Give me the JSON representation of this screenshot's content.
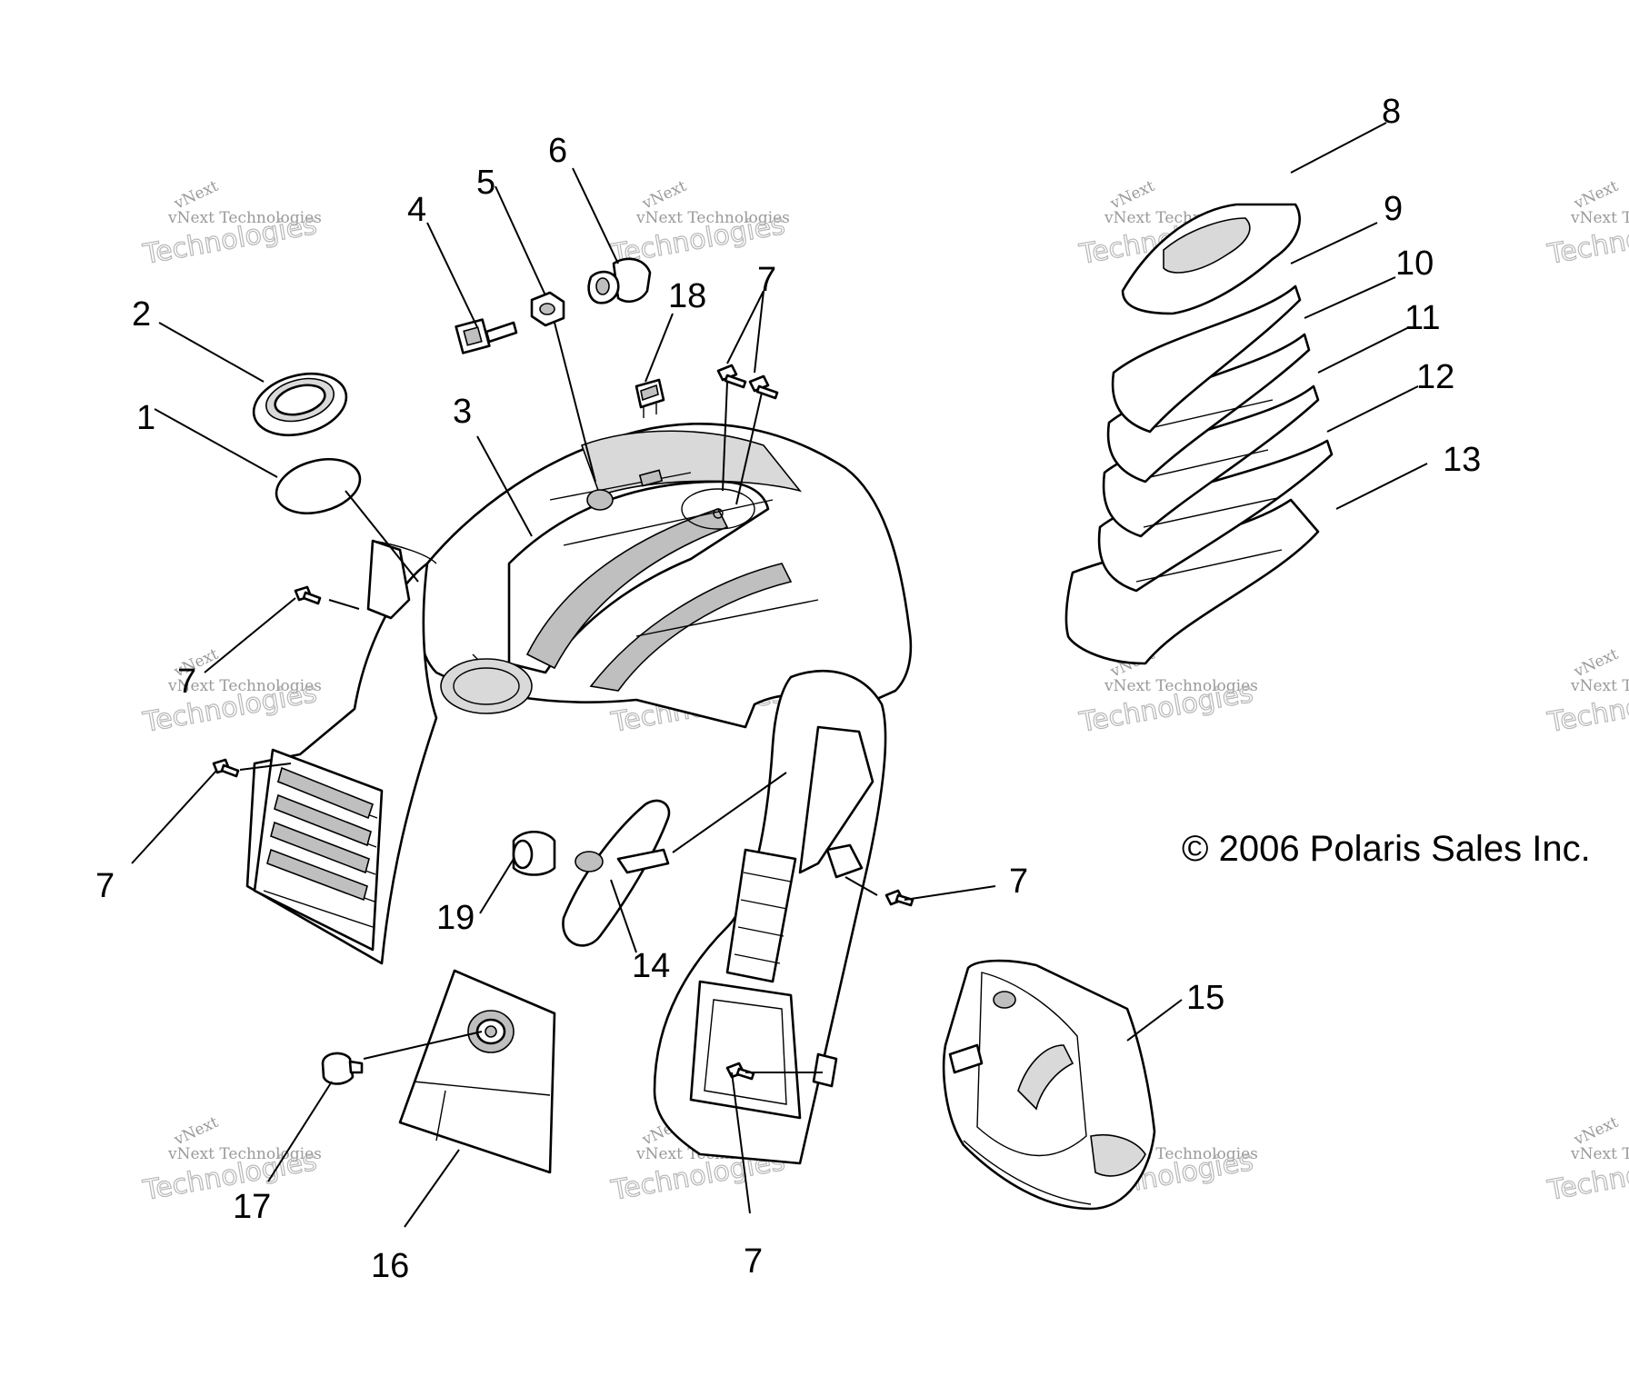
{
  "copyright": "© 2006 Polaris Sales Inc.",
  "watermark": {
    "small": "vNext Technologies",
    "large": "Technologies",
    "top": "vNext"
  },
  "callouts": {
    "c1": "1",
    "c2": "2",
    "c3": "3",
    "c4": "4",
    "c5": "5",
    "c6": "6",
    "c7a": "7",
    "c7b": "7",
    "c7c": "7",
    "c7d": "7",
    "c7e": "7",
    "c7f": "7",
    "c8": "8",
    "c9": "9",
    "c10": "10",
    "c11": "11",
    "c12": "12",
    "c13": "13",
    "c14": "14",
    "c15": "15",
    "c16": "16",
    "c17": "17",
    "c18": "18",
    "c19": "19"
  }
}
